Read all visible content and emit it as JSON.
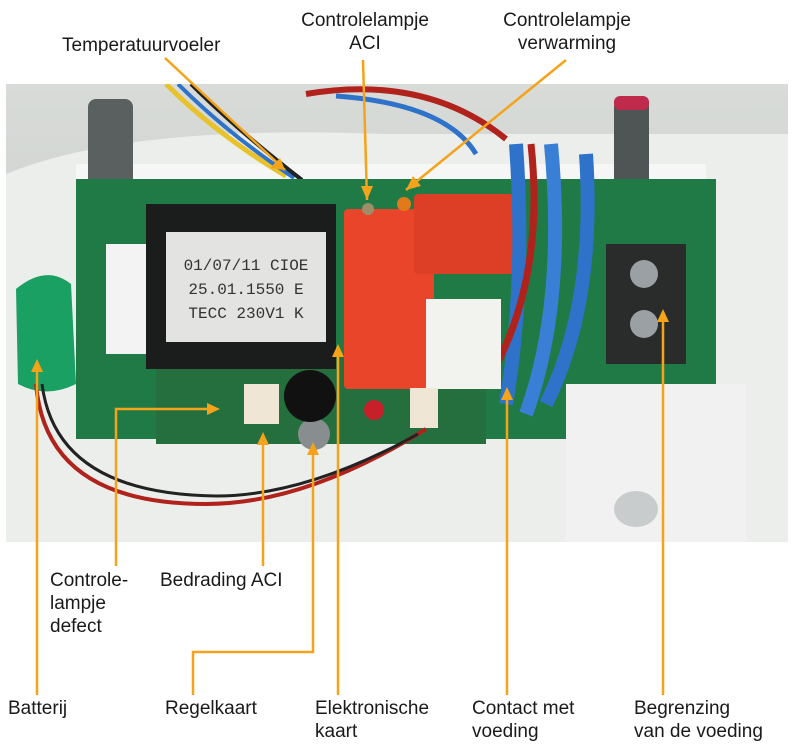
{
  "labels": {
    "temperatuurvoeler": "Temperatuurvoeler",
    "controlelampje_aci": [
      "Controlelampje",
      "ACI"
    ],
    "controlelampje_verwarming": [
      "Controlelampje",
      "verwarming"
    ],
    "controlelampje_defect": [
      "Controle-",
      "lampje",
      "defect"
    ],
    "bedrading_aci": "Bedrading ACI",
    "batterij": "Batterij",
    "regelkaart": "Regelkaart",
    "elektronische_kaart": [
      "Elektronische",
      "kaart"
    ],
    "contact_met_voeding": [
      "Contact met",
      "voeding"
    ],
    "begrenzing_van_de_voeding": [
      "Begrenzing",
      "van de voeding"
    ]
  },
  "relay_sticker": [
    "01/07/11 CIOE",
    "25.01.1550 E",
    "TECC 230V1 K"
  ],
  "colors": {
    "leader": "#f5a31a",
    "pcb": "#1f7a45",
    "relay": "#e8452a",
    "plastic": "#eef0ee",
    "battery": "#1aa063",
    "wire_blue": "#2f72c9",
    "wire_red": "#b0231c"
  }
}
